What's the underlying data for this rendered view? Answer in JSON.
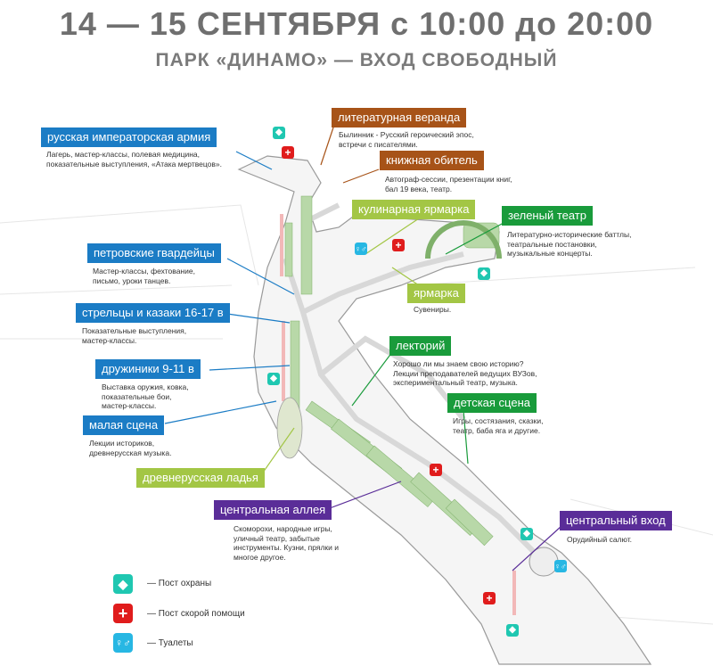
{
  "header": {
    "title": "14 — 15 СЕНТЯБРЯ с 10:00 до 20:00",
    "subtitle": "ПАРК «ДИНАМО» — ВХОД СВОБОДНЫЙ"
  },
  "zones": {
    "army": {
      "label": "русская императорская армия",
      "desc": "Лагерь, мастер-классы, полевая медицина,\nпоказательные выступления, «Атака мертвецов»."
    },
    "veranda": {
      "label": "литературная веранда",
      "desc": "Былинник - Русский героический эпос,\nвстречи с писателями."
    },
    "book": {
      "label": "книжная обитель",
      "desc": "Автограф-сессии, презентации книг,\nбал 19 века, театр."
    },
    "culinary": {
      "label": "кулинарная ярмарка"
    },
    "green_theatre": {
      "label": "зеленый театр",
      "desc": "Литературно-исторические баттлы,\nтеатральные постановки,\nмузыкальные концерты."
    },
    "petrovsky": {
      "label": "петровские гвардейцы",
      "desc": "Мастер-классы, фехтование,\nписьмо, уроки танцев."
    },
    "fair": {
      "label": "ярмарка",
      "desc": "Сувениры."
    },
    "streltsy": {
      "label": "стрельцы и казаки 16-17 в",
      "desc": "Показательные выступления,\nмастер-классы."
    },
    "lectory": {
      "label": "лекторий",
      "desc": "Хорошо ли мы знаем свою историю?\nЛекции преподавателей ведущих ВУЗов,\nэкспериментальный театр, музыка."
    },
    "druzhiniki": {
      "label": "дружиники 9-11 в",
      "desc": "Выставка оружия, ковка,\nпоказательные бои,\nмастер-классы."
    },
    "kids": {
      "label": "детская сцена",
      "desc": "Игры, состязания, сказки,\nтеатр, баба яга и другие."
    },
    "small_stage": {
      "label": "малая сцена",
      "desc": "Лекции историков,\nдревнерусская музыка."
    },
    "ladya": {
      "label": "древнерусская ладья"
    },
    "alley": {
      "label": "центральная аллея",
      "desc": "Скоморохи, народные игры,\nуличный театр, забытые\nинструменты. Кузни, прялки и\nмногое другое."
    },
    "entrance": {
      "label": "центральный вход",
      "desc": "Орудийный салют."
    }
  },
  "legend": [
    {
      "icon": "shield-icon",
      "text": "— Пост охраны",
      "color": "#1fc7b1"
    },
    {
      "icon": "medical-cross-icon",
      "text": "— Пост скорой помощи",
      "color": "#e01c1c"
    },
    {
      "icon": "restroom-icon",
      "text": "— Туалеты",
      "color": "#27b7e3"
    }
  ],
  "colors": {
    "blue": "#1b7cc5",
    "brown": "#a75318",
    "light_green": "#a3c645",
    "green": "#199b3b",
    "purple": "#5a2d98",
    "title_gray": "#6f6f6f"
  }
}
